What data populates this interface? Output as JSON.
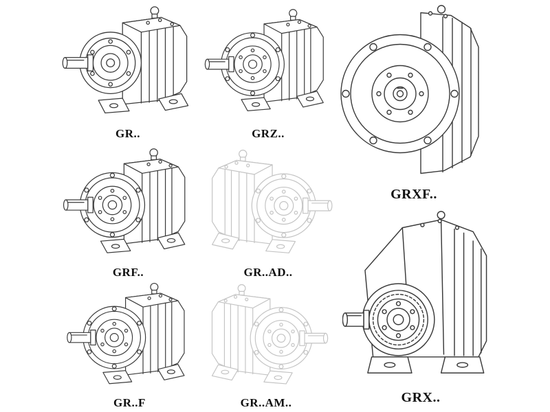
{
  "page": {
    "background": "#ffffff",
    "line_color": "#3a3a3a",
    "ghost_line_color": "#c4c4c4",
    "label_color": "#0f0f0f"
  },
  "models": [
    {
      "id": "gr",
      "label": "GR..",
      "style": "solid"
    },
    {
      "id": "grz",
      "label": "GRZ..",
      "style": "solid"
    },
    {
      "id": "grxf",
      "label": "GRXF..",
      "style": "solid"
    },
    {
      "id": "grf",
      "label": "GRF..",
      "style": "solid"
    },
    {
      "id": "gr-ad",
      "label": "GR..AD..",
      "style": "ghost"
    },
    {
      "id": "grx",
      "label": "GRX..",
      "style": "solid"
    },
    {
      "id": "gr-f",
      "label": "GR..F",
      "style": "solid"
    },
    {
      "id": "gr-am",
      "label": "GR..AM..",
      "style": "ghost"
    }
  ]
}
